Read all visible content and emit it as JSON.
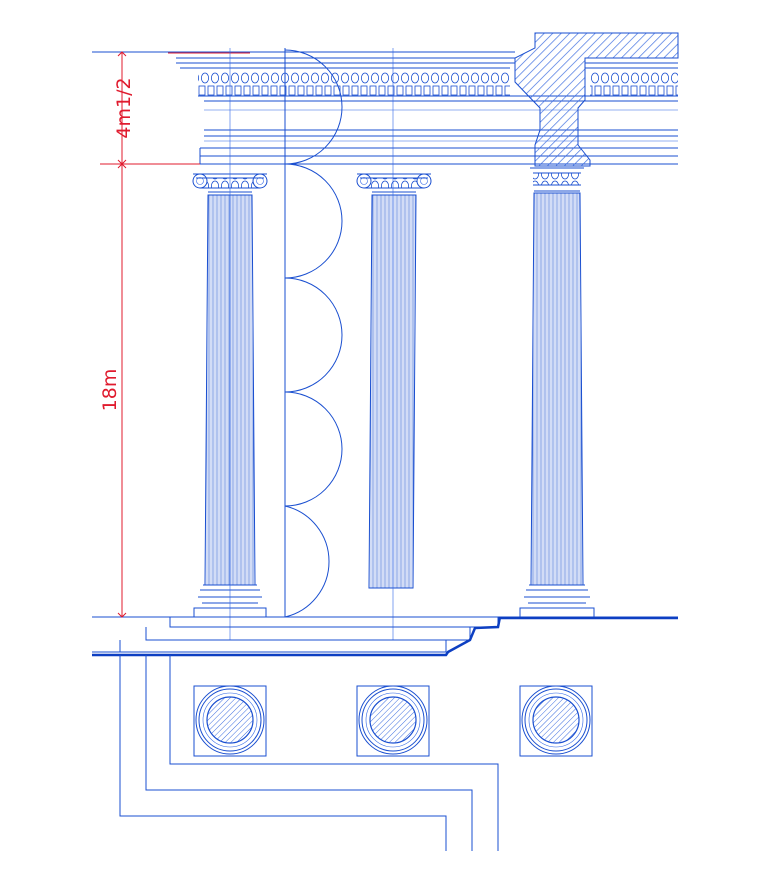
{
  "drawing": {
    "dimensions": [
      {
        "id": "entablature",
        "label": "4m1/2"
      },
      {
        "id": "column",
        "label": "18m"
      }
    ],
    "colors": {
      "line": "#1a4fd0",
      "dimension": "#e01b2e",
      "hatch_fill": "#3f6fe0"
    }
  }
}
